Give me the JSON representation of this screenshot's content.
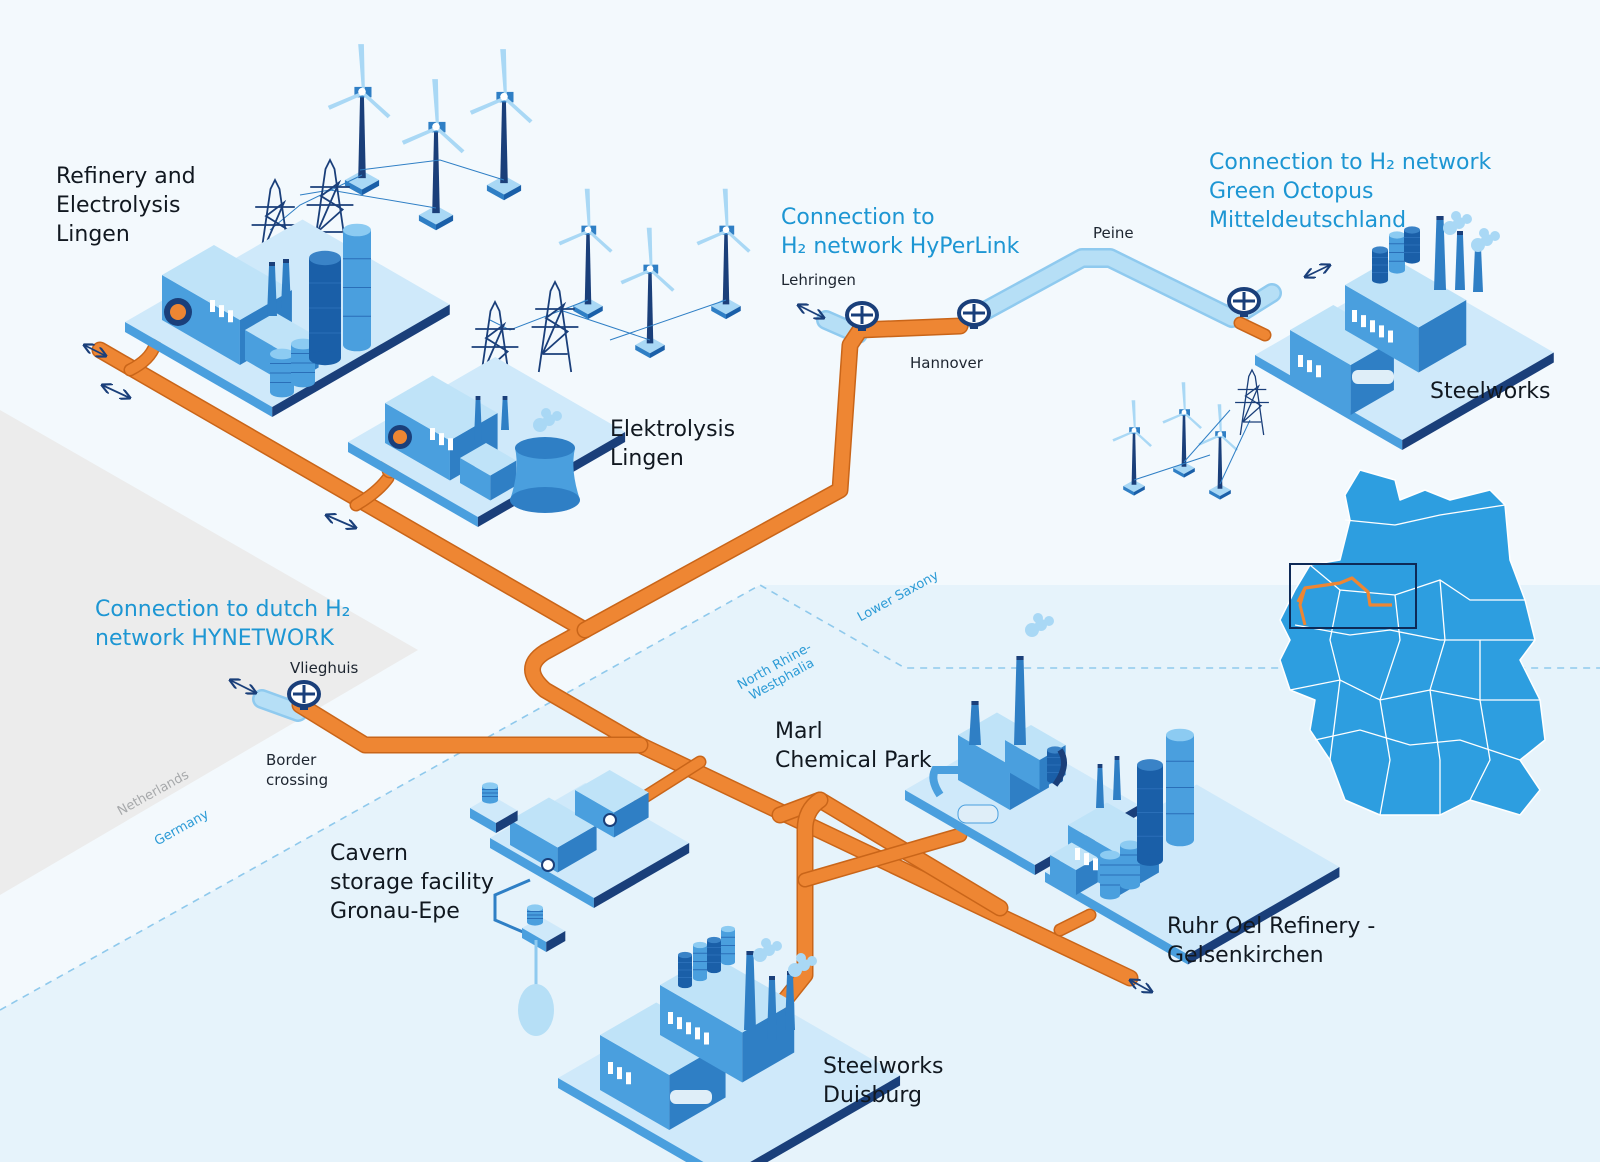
{
  "labels": {
    "refinery_lingen": [
      "Refinery and",
      "Electrolysis",
      "Lingen"
    ],
    "elektrolysis_lingen": [
      "Elektrolysis",
      "Lingen"
    ],
    "hyperlink": [
      "Connection to",
      "H₂ network HyPerLink"
    ],
    "green_octopus": [
      "Connection to H₂ network",
      "Green Octopus",
      "Mitteldeutschland"
    ],
    "steelworks": "Steelworks",
    "hynetwork": [
      "Connection to dutch H₂",
      "network HYNETWORK"
    ],
    "marl": [
      "Marl",
      "Chemical Park"
    ],
    "cavern": [
      "Cavern",
      "storage facility",
      "Gronau-Epe"
    ],
    "ruhr_oel": [
      "Ruhr Oel Refinery -",
      "Gelsenkirchen"
    ],
    "steelworks_duisburg": [
      "Steelworks",
      "Duisburg"
    ]
  },
  "places": {
    "lehringen": "Lehringen",
    "hannover": "Hannover",
    "peine": "Peine",
    "vlieghuis": "Vlieghuis",
    "border": [
      "Border",
      "crossing"
    ]
  },
  "regions": {
    "lower_saxony": "Lower Saxony",
    "nrw": [
      "North Rhine-",
      "Westphalia"
    ],
    "netherlands": "Netherlands",
    "germany": "Germany"
  },
  "colors": {
    "pipeline": "#ee8633",
    "pipeline_dark": "#c96519",
    "connection_pipe": "#b6dff6",
    "connection_text": "#1d96d3",
    "building_top": "#a9d8f5",
    "building_left": "#4a9fde",
    "building_right": "#2f7fc5",
    "dark_navy": "#1a3f7a",
    "map_fill": "#2d9ee0",
    "netherlands_area": "#ececec",
    "nrw_area": "#e6f3fb"
  }
}
